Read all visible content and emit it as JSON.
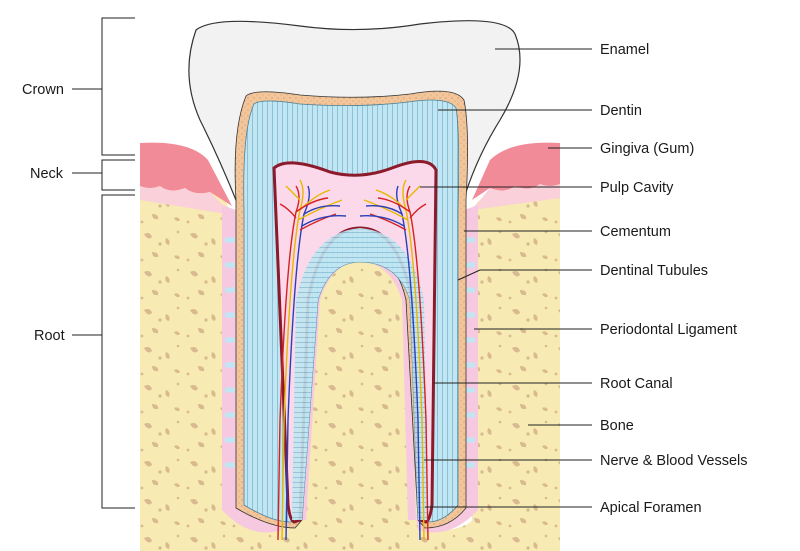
{
  "regions": {
    "crown": "Crown",
    "neck": "Neck",
    "root": "Root"
  },
  "labels": {
    "enamel": "Enamel",
    "dentin": "Dentin",
    "gingiva": "Gingiva (Gum)",
    "pulp_cavity": "Pulp Cavity",
    "cementum": "Cementum",
    "dentinal_tubules": "Dentinal Tubules",
    "periodontal_ligament": "Periodontal Ligament",
    "root_canal": "Root Canal",
    "bone": "Bone",
    "nerve_blood_vessels": "Nerve & Blood Vessels",
    "apical_foramen": "Apical Foramen"
  },
  "colors": {
    "enamel": "#f2f2f2",
    "dentin": "#bfe6f2",
    "cementum": "#f2c69a",
    "pulp": "#fbd9ea",
    "pulp_outline": "#8b1a2b",
    "gingiva": "#f28b98",
    "bone": "#f7eab2",
    "bone_spots": "#d9b98f",
    "ligament": "#f7c9e0",
    "nerve": "#e6b800",
    "artery": "#d62020",
    "vein": "#2a3fb8"
  }
}
